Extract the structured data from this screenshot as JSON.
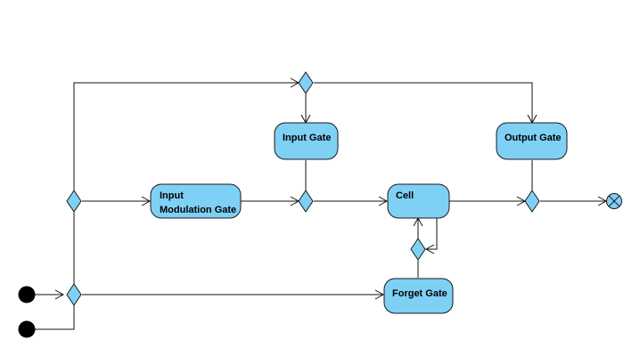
{
  "diagram": {
    "colors": {
      "node_fill": "#7FD0F5",
      "node_stroke": "#1a1a1a",
      "edge": "#111111",
      "initial": "#000000"
    },
    "nodes": {
      "input_gate": {
        "label": "Input Gate"
      },
      "output_gate": {
        "label": "Output Gate"
      },
      "input_modulation_gate": {
        "label_line1": "Input",
        "label_line2": "Modulation Gate"
      },
      "cell": {
        "label": "Cell"
      },
      "forget_gate": {
        "label": "Forget Gate"
      }
    },
    "pseudo_nodes": [
      "initial-node",
      "initial-node",
      "decision",
      "decision",
      "decision",
      "decision",
      "decision",
      "decision",
      "final-node"
    ]
  }
}
